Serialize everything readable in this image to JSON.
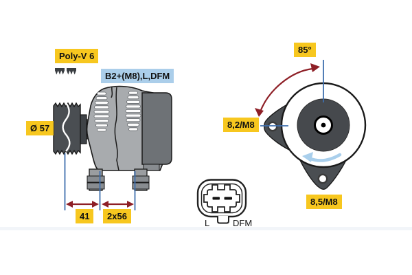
{
  "diagram": {
    "type": "alternator-technical-drawing",
    "labels": {
      "belt_type": "Poly-V 6",
      "terminals": "B2+(M8),L,DFM",
      "pulley_diameter": "Ø 57",
      "dim_pulley_to_foot": "41",
      "dim_feet": "2x56",
      "mount_angle": "85°",
      "hole_left": "8,2/M8",
      "hole_bottom": "8,5/M8",
      "connector_pin_left": "L",
      "connector_pin_right": "DFM"
    },
    "icons": {
      "belt_profile": "belt-profile-icon",
      "rotation_direction": "rotation-ccw-arrow-icon"
    },
    "colors": {
      "label_yellow": "#f7c71f",
      "label_blue_bg": "#abceea",
      "label_text": "#111111",
      "dimension_arrow_red": "#8e1f26",
      "dimension_line_blue": "#3e6fae",
      "rotation_arrow_blue": "#a9cfec",
      "body_gray_light": "#a8abae",
      "body_gray_dark": "#4a4e52",
      "rear_cover_gray": "#6e7276",
      "outline_black": "#1a1a1a",
      "background": "#ffffff"
    }
  }
}
